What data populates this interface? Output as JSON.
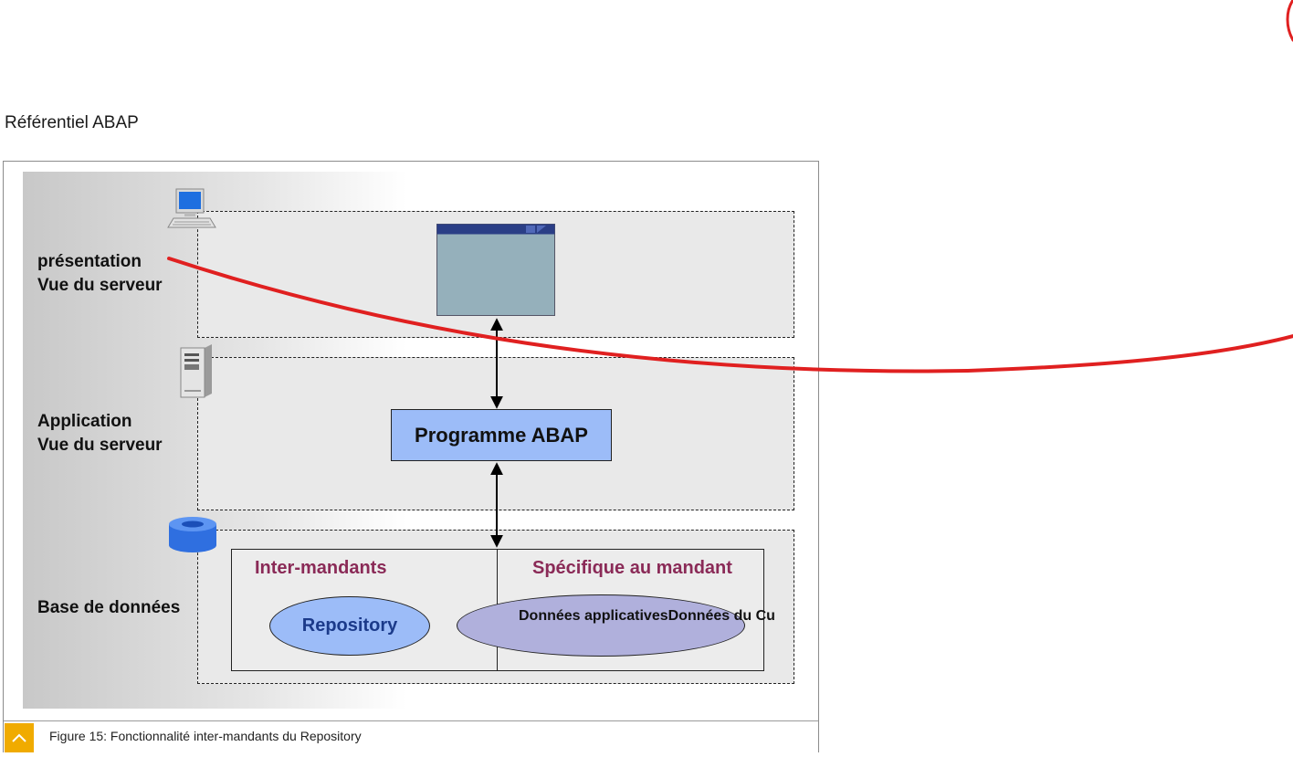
{
  "section": {
    "title": "Référentiel ABAP"
  },
  "diagram": {
    "presentation_layer": {
      "line1": "présentation",
      "line2": "Vue du serveur"
    },
    "application_layer": {
      "line1": "Application",
      "line2": "Vue du serveur"
    },
    "database_layer": {
      "label": "Base de données"
    },
    "abap_program": "Programme ABAP",
    "database": {
      "cross_client_heading": "Inter-mandants",
      "client_specific_heading": "Spécifique au mandant",
      "repository": "Repository",
      "client_data": "Données applicativesDonnées du Cu"
    },
    "icons": [
      "desktop-computer-icon",
      "server-tower-icon",
      "database-cylinder-icon",
      "sap-gui-window-icon",
      "chevron-up-icon"
    ],
    "colors": {
      "layer_bg": "#e9e9e9",
      "abap_box": "#9cbcf8",
      "repository": "#9cbcf8",
      "client_data": "#b0b0dc",
      "heading": "#8a2a57",
      "annotation": "#e02020",
      "caption_button": "#f0ab00"
    }
  },
  "figure": {
    "caption": "Figure 15: Fonctionnalité inter-mandants du Repository"
  }
}
